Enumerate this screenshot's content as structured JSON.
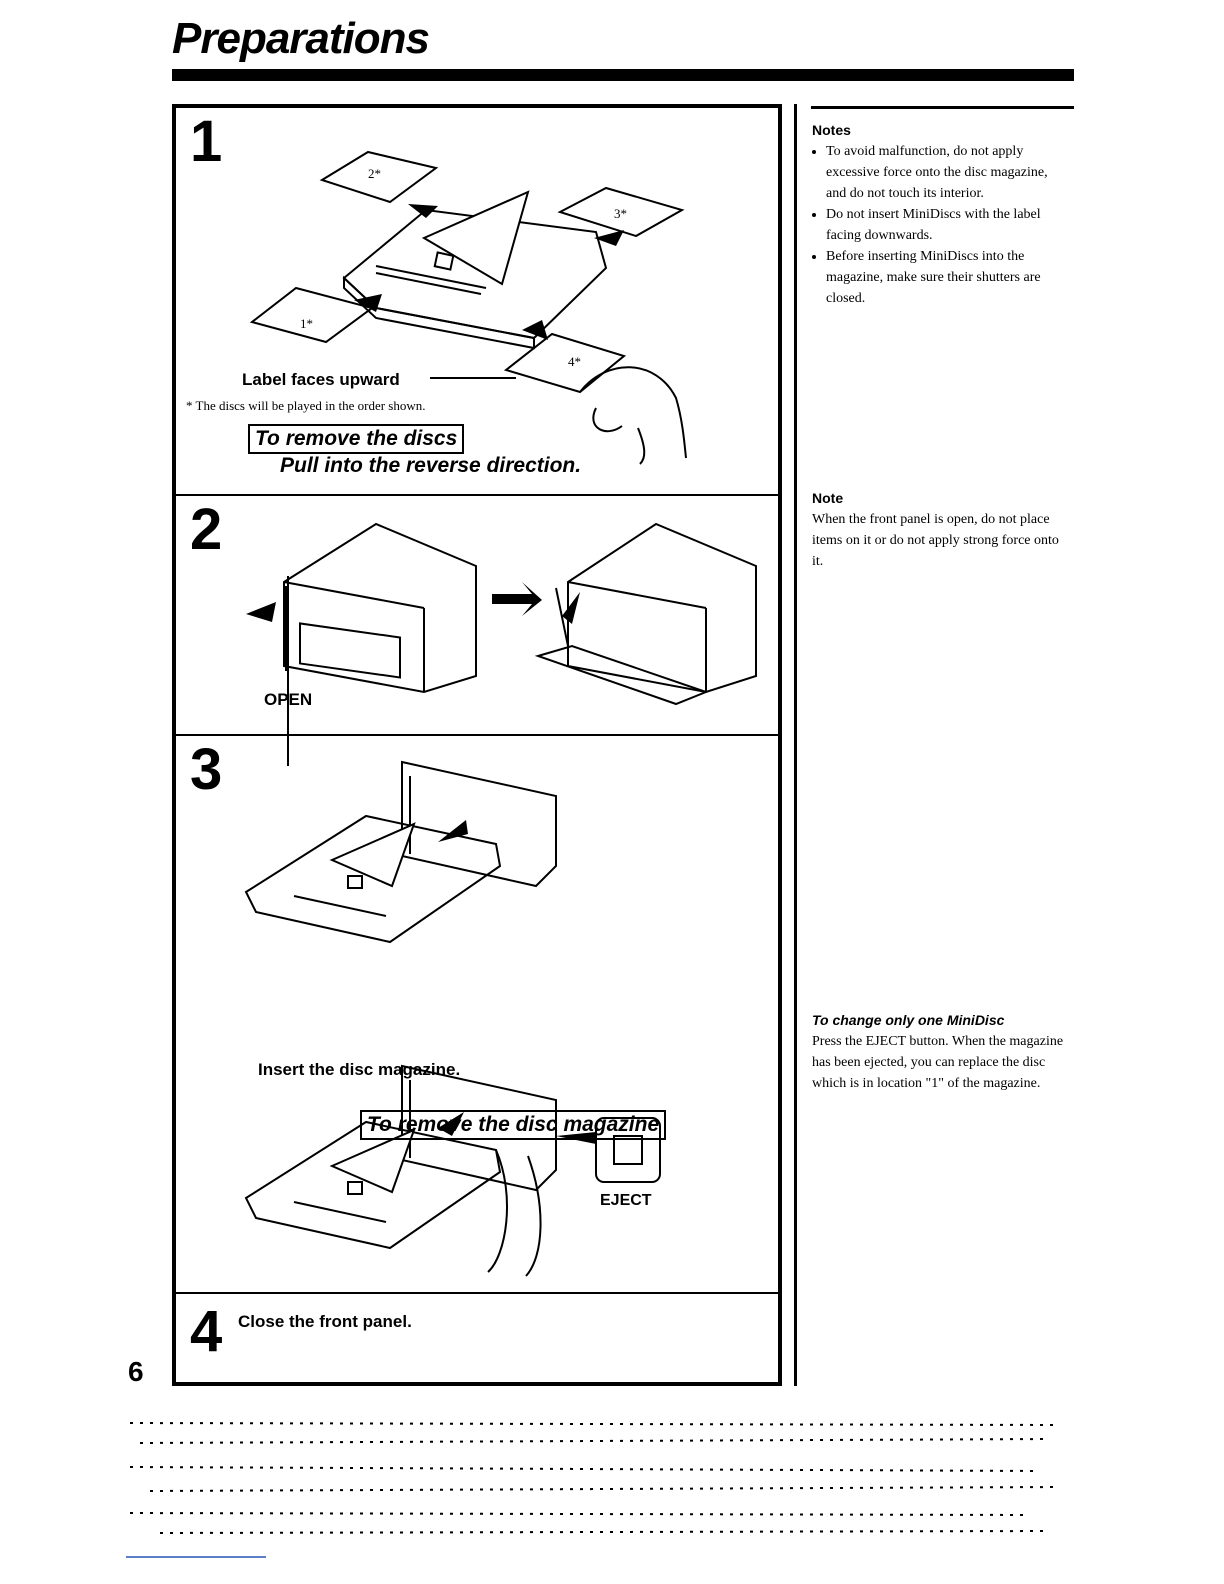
{
  "page": {
    "title": "Preparations",
    "page_number": "6"
  },
  "step1": {
    "number": "1",
    "disc_labels": [
      "2*",
      "3*",
      "1*",
      "4*"
    ],
    "label_caption": "Label faces upward",
    "footnote": "* The discs will be played in the order shown.",
    "remove_heading": "To remove the discs",
    "remove_text": "Pull into the reverse direction."
  },
  "step2": {
    "number": "2",
    "open_label": "OPEN"
  },
  "step3": {
    "number": "3",
    "caption": "Insert the disc magazine.",
    "remove_heading": "To remove the disc magazine",
    "eject_label": "EJECT"
  },
  "step4": {
    "number": "4",
    "caption": "Close the front panel."
  },
  "sidebar": {
    "notes_heading": "Notes",
    "notes": [
      "To avoid malfunction, do not apply excessive force onto the disc magazine, and do not touch its interior.",
      "Do not insert MiniDiscs with the label facing downwards.",
      "Before inserting MiniDiscs into the magazine, make sure their shutters are closed."
    ],
    "note_heading": "Note",
    "note_text": "When the front panel is open, do not place items on it or do not apply strong force onto it.",
    "change_heading": "To change only one MiniDisc",
    "change_text": "Press the EJECT button. When the magazine has been ejected, you can replace the disc which is in location \"1\" of the magazine."
  }
}
